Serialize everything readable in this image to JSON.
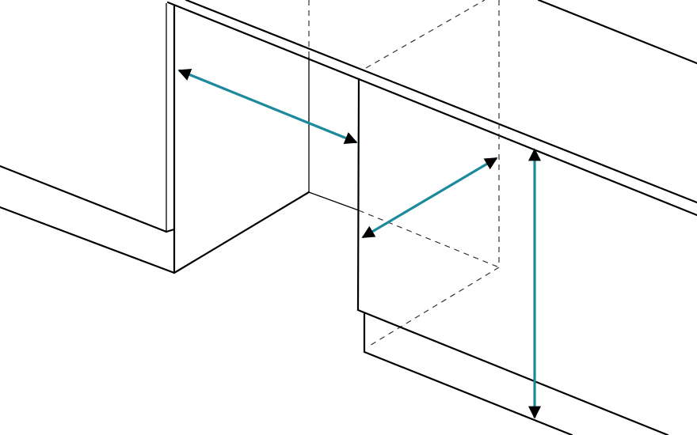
{
  "diagram": {
    "colors": {
      "line": "#000000",
      "dimension_arrow": "#1a8a9c",
      "background": "#ffffff"
    },
    "dimensions": [
      {
        "name": "niche-width"
      },
      {
        "name": "niche-depth"
      },
      {
        "name": "niche-height"
      }
    ]
  }
}
